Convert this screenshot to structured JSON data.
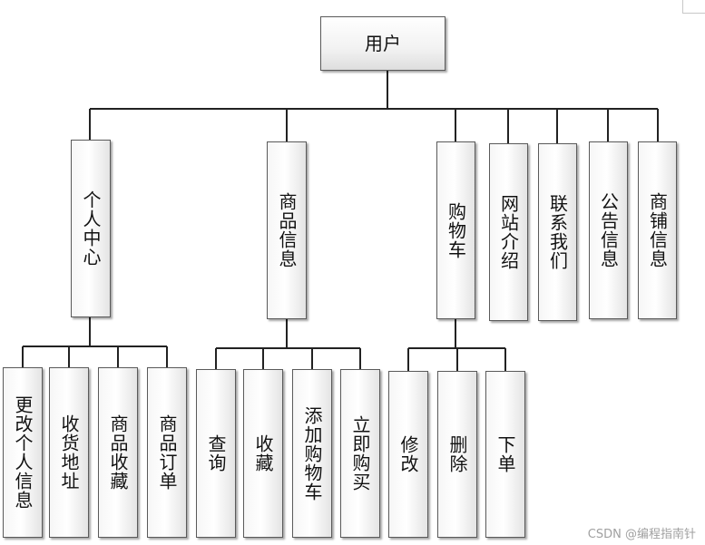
{
  "root": {
    "label": "用户"
  },
  "level1": [
    {
      "id": "n1",
      "label": "个人中心"
    },
    {
      "id": "n2",
      "label": "商品信息"
    },
    {
      "id": "n3",
      "label": "购物车"
    },
    {
      "id": "n4",
      "label": "网站介绍"
    },
    {
      "id": "n5",
      "label": "联系我们"
    },
    {
      "id": "n6",
      "label": "公告信息"
    },
    {
      "id": "n7",
      "label": "商铺信息"
    }
  ],
  "level2": {
    "n1": [
      "更改个人信息",
      "收货地址",
      "商品收藏",
      "商品订单"
    ],
    "n2": [
      "查询",
      "收藏",
      "添加购物车",
      "立即购买"
    ],
    "n3": [
      "修改",
      "删除",
      "下单"
    ]
  },
  "watermark": "CSDN @编程指南针"
}
